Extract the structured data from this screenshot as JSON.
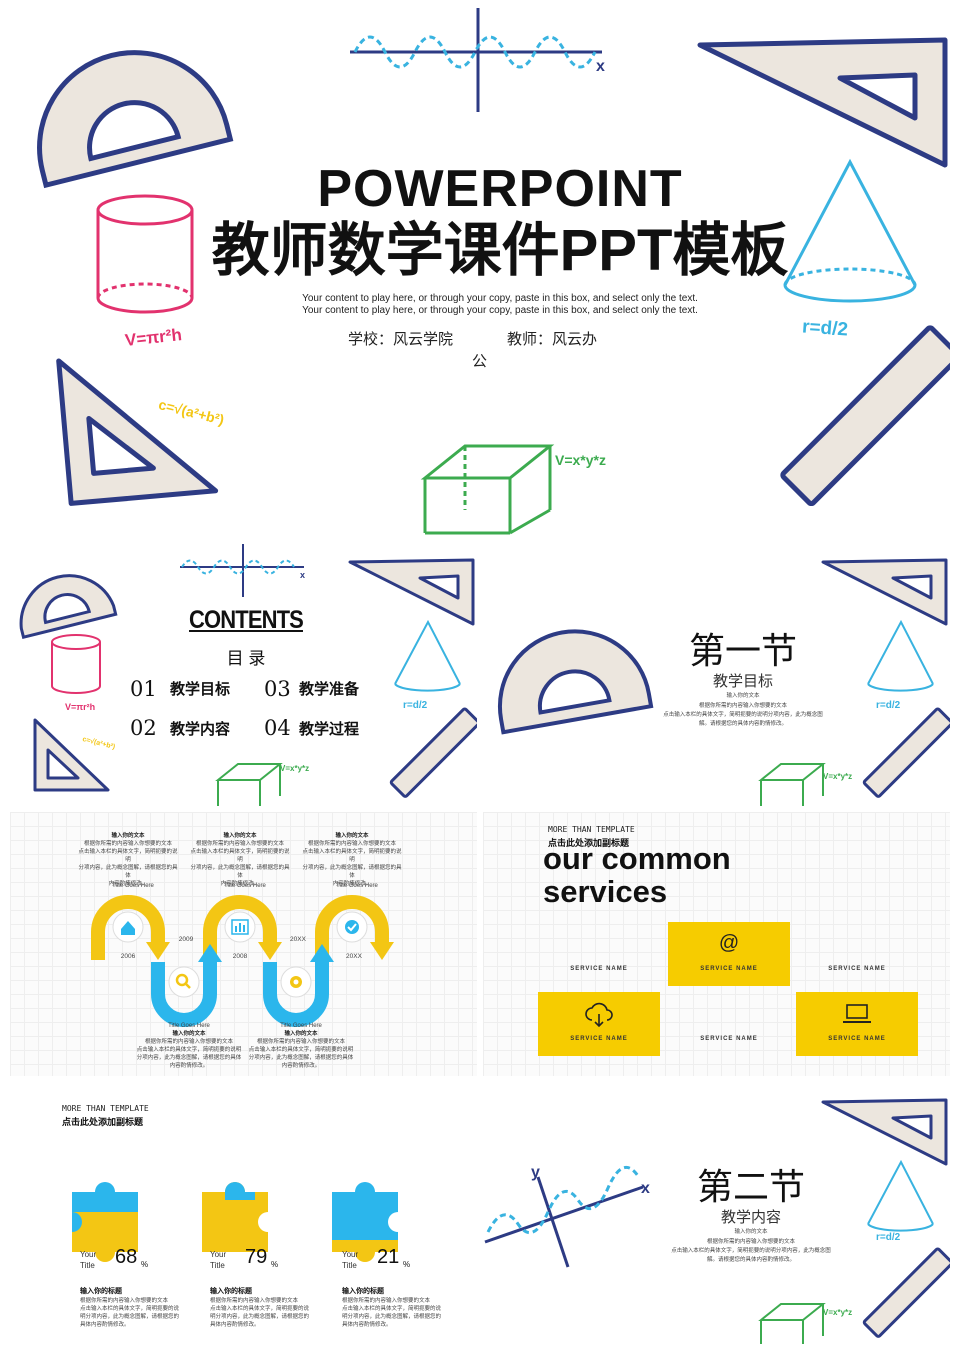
{
  "cover": {
    "title_line1": "POWERPOINT",
    "title_line2": "教师数学课件PPT模板",
    "subtitle_line1": "Your content to play here, or through your copy, paste in this box, and select only the text.",
    "subtitle_line2": "Your content to play here, or through your copy, paste in this box, and select only the text.",
    "school": "学校：风云学院",
    "teacher": "教师：风云办",
    "teacher_wrap": "公",
    "formula_cylinder": "V=πr²h",
    "formula_pythag": "c=√(a²+b²)",
    "formula_cube": "V=x*y*z",
    "formula_cone": "r=d/2",
    "axis_x": "x",
    "axis_y": "y"
  },
  "contents": {
    "heading": "CONTENTS",
    "subheading": "目 录",
    "items": [
      {
        "num": "01",
        "label": "教学目标"
      },
      {
        "num": "03",
        "label": "教学准备"
      },
      {
        "num": "02",
        "label": "教学内容"
      },
      {
        "num": "04",
        "label": "教学过程"
      }
    ]
  },
  "section1": {
    "title": "第一节",
    "subtitle": "教学目标",
    "caption": "输入你的文本",
    "body_line1": "根据你所需的内容输入你想要的文本",
    "body_line2": "点击输入本栏的具体文字，简明扼要的说明分项内容，此为概念图",
    "body_line3": "解。请根据您的具体内容酌情修改。"
  },
  "timeline": {
    "top_blocks": [
      {
        "title": "输入你的文本",
        "lines": [
          "根据你所需的内容输入你想要的文本",
          "点击输入本栏的具体文字，简明扼要的说明",
          "分项内容，此为概念图解，请根据您的具体",
          "内容酌情修改。"
        ]
      },
      {
        "title": "输入你的文本",
        "lines": [
          "根据你所需的内容输入你想要的文本",
          "点击输入本栏的具体文字，简明扼要的说明",
          "分项内容，此为概念图解，请根据您的具体",
          "内容酌情修改。"
        ]
      },
      {
        "title": "输入你的文本",
        "lines": [
          "根据你所需的内容输入你想要的文本",
          "点击输入本栏的具体文字，简明扼要的说明",
          "分项内容，此为概念图解，请根据您的具体",
          "内容酌情修改。"
        ]
      }
    ],
    "bottom_blocks": [
      {
        "title": "输入你的文本",
        "lines": [
          "根据你所需的内容输入你想要的文本",
          "点击输入本栏的具体文字，简明扼要的说明",
          "分项内容，此为概念图解，请根据您的具体",
          "内容酌情修改。"
        ]
      },
      {
        "title": "输入你的文本",
        "lines": [
          "根据你所需的内容输入你想要的文本",
          "点击输入本栏的具体文字，简明扼要的说明",
          "分项内容，此为概念图解，请根据您的具体",
          "内容酌情修改。"
        ]
      }
    ],
    "top_titles": [
      "Title Goes Here",
      "Title Goes Here",
      "Title Goes Here"
    ],
    "bottom_titles": [
      "Title Goes Here",
      "Title Goes Here"
    ],
    "years": [
      "2006",
      "2009",
      "2008",
      "20XX",
      "20XX"
    ],
    "icons": [
      "home-icon",
      "search-icon",
      "chart-icon",
      "gear-icon",
      "check-icon"
    ],
    "colors": {
      "yellow": "#f3c614",
      "blue": "#2bb6ec"
    }
  },
  "services": {
    "kicker": "MORE THAN TEMPLATE",
    "kicker_cn": "点击此处添加副标题",
    "heading_line1": "our common",
    "heading_line2": "services",
    "cells": [
      {
        "label": "SERVICE NAME",
        "icon": "",
        "filled": false
      },
      {
        "label": "SERVICE NAME",
        "icon": "at-icon",
        "filled": true
      },
      {
        "label": "SERVICE NAME",
        "icon": "",
        "filled": false
      },
      {
        "label": "SERVICE NAME",
        "icon": "cloud-download-icon",
        "filled": true
      },
      {
        "label": "SERVICE NAME",
        "icon": "",
        "filled": false
      },
      {
        "label": "SERVICE NAME",
        "icon": "laptop-icon",
        "filled": true
      }
    ],
    "accent": "#f6cc00"
  },
  "puzzles": {
    "kicker": "MORE THAN TEMPLATE",
    "kicker_cn": "点击此处添加副标题",
    "items": [
      {
        "label_line1": "Your",
        "label_line2": "Title",
        "value": "68",
        "unit": "%",
        "heading": "输入你的标题",
        "lines": [
          "根据你所需的内容输入你想要的文本",
          "点击输入本栏的具体文字，简明扼要的说",
          "明分项内容，此为概念图解，请根据您的",
          "具体内容酌情修改。"
        ]
      },
      {
        "label_line1": "Your",
        "label_line2": "Title",
        "value": "79",
        "unit": "%",
        "heading": "输入你的标题",
        "lines": [
          "根据你所需的内容输入你想要的文本",
          "点击输入本栏的具体文字，简明扼要的说",
          "明分项内容，此为概念图解，请根据您的",
          "具体内容酌情修改。"
        ]
      },
      {
        "label_line1": "Your",
        "label_line2": "Title",
        "value": "21",
        "unit": "%",
        "heading": "输入你的标题",
        "lines": [
          "根据你所需的内容输入你想要的文本",
          "点击输入本栏的具体文字，简明扼要的说",
          "明分项内容，此为概念图解，请根据您的",
          "具体内容酌情修改。"
        ]
      }
    ]
  },
  "section2": {
    "title": "第二节",
    "subtitle": "教学内容",
    "caption": "输入你的文本",
    "body_line1": "根据你所需的内容输入你想要的文本",
    "body_line2": "点击输入本栏的具体文字，简明扼要的说明分项内容，此为概念图",
    "body_line3": "解。请根据您的具体内容酌情修改。"
  }
}
